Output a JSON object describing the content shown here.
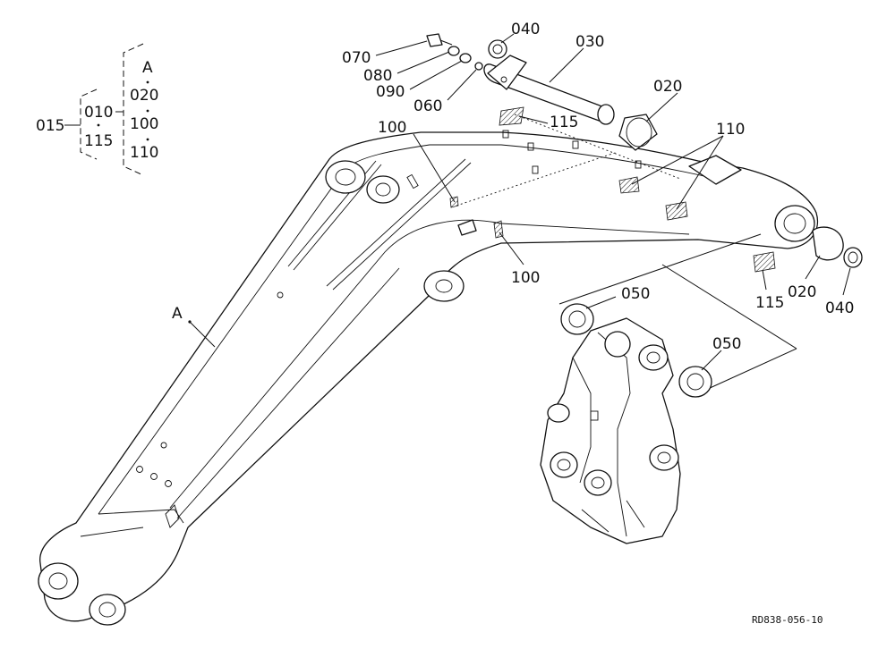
{
  "diagram": {
    "drawing_code": "RD838-056-10",
    "legend": {
      "root": "015",
      "mid_top": "010",
      "mid_bottom": "115",
      "right": [
        "A",
        "020",
        "100",
        "110"
      ]
    },
    "labels": {
      "p070": "070",
      "p080": "080",
      "p090": "090",
      "p060": "060",
      "p040_top": "040",
      "p030": "030",
      "p020_top": "020",
      "p115_top": "115",
      "p100_top": "100",
      "p110": "110",
      "p100_mid": "100",
      "pA": "A",
      "p050_top": "050",
      "p050_bottom": "050",
      "p115_bottom": "115",
      "p020_bottom": "020",
      "p040_bottom": "040"
    }
  }
}
